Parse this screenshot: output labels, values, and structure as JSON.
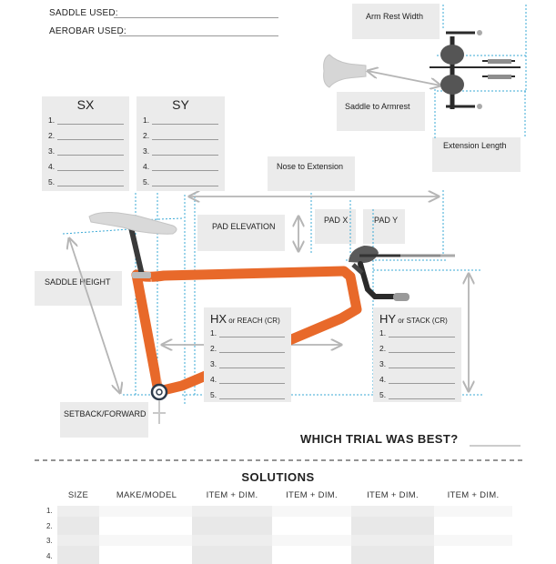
{
  "header": {
    "saddle_used_label": "SADDLE USED:",
    "aerobar_used_label": "AEROBAR USED:"
  },
  "boxes": {
    "arm_rest_width": "Arm Rest Width",
    "saddle_to_armrest": "Saddle to Armrest",
    "extension_length": "Extension Length",
    "nose_to_extension": "Nose to Extension",
    "pad_elevation": "PAD ELEVATION",
    "pad_x": "PAD X",
    "pad_y": "PAD Y",
    "saddle_height": "SADDLE HEIGHT",
    "setback_forward": "SETBACK/FORWARD"
  },
  "sx": {
    "title": "SX",
    "rows": [
      "1.",
      "2.",
      "3.",
      "4.",
      "5."
    ]
  },
  "sy": {
    "title": "SY",
    "rows": [
      "1.",
      "2.",
      "3.",
      "4.",
      "5."
    ]
  },
  "hx": {
    "title_main": "HX",
    "title_sub": " or REACH (CR)",
    "rows": [
      "1.",
      "2.",
      "3.",
      "4.",
      "5."
    ]
  },
  "hy": {
    "title_main": "HY",
    "title_sub": " or STACK (CR)",
    "rows": [
      "1.",
      "2.",
      "3.",
      "4.",
      "5."
    ]
  },
  "question": "WHICH TRIAL WAS BEST?",
  "solutions": {
    "title": "SOLUTIONS",
    "columns": [
      "SIZE",
      "MAKE/MODEL",
      "ITEM + DIM.",
      "ITEM + DIM.",
      "ITEM + DIM.",
      "ITEM + DIM."
    ],
    "rows": [
      "1.",
      "2.",
      "3.",
      "4."
    ]
  },
  "colors": {
    "frame_orange": "#e8692a",
    "guide_blue": "#3aa9d6",
    "box_gray": "#ebebeb",
    "arrow_gray": "#b5b5b5"
  }
}
